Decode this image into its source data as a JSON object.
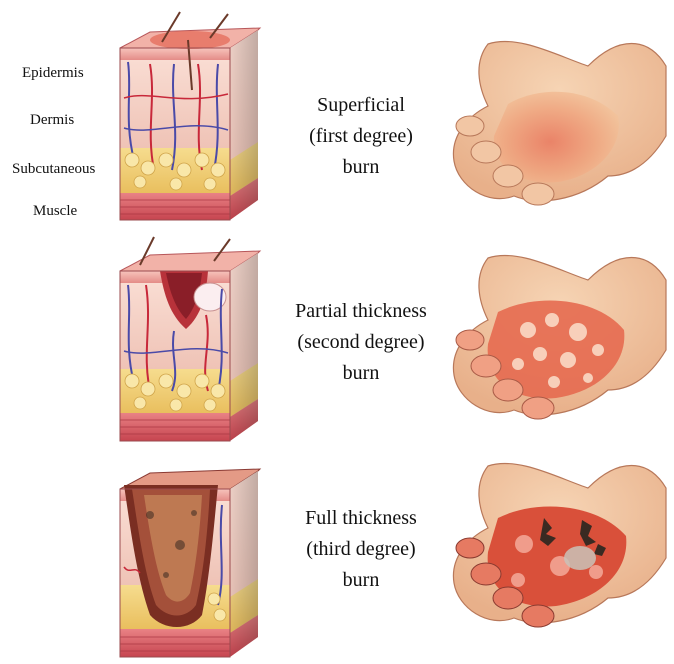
{
  "layer_labels": [
    "Epidermis",
    "Dermis",
    "Subcutaneous",
    "Muscle"
  ],
  "rows": [
    {
      "id": "superficial",
      "caption": [
        "Superficial",
        "(first degree)",
        "burn"
      ]
    },
    {
      "id": "partial",
      "caption": [
        "Partial thickness",
        "(second degree)",
        "burn"
      ]
    },
    {
      "id": "full",
      "caption": [
        "Full thickness",
        "(third degree)",
        "burn"
      ]
    }
  ],
  "colors": {
    "epidermis": "#f0a8a0",
    "dermis": "#f6d2c6",
    "fat": "#f2d27a",
    "muscle": "#d9646a",
    "vessel_blue": "#4a4aa8",
    "vessel_red": "#c8283a",
    "skin_hand": "#f0b98c",
    "burn_red": "#e0523c",
    "char": "#3a2a22"
  }
}
